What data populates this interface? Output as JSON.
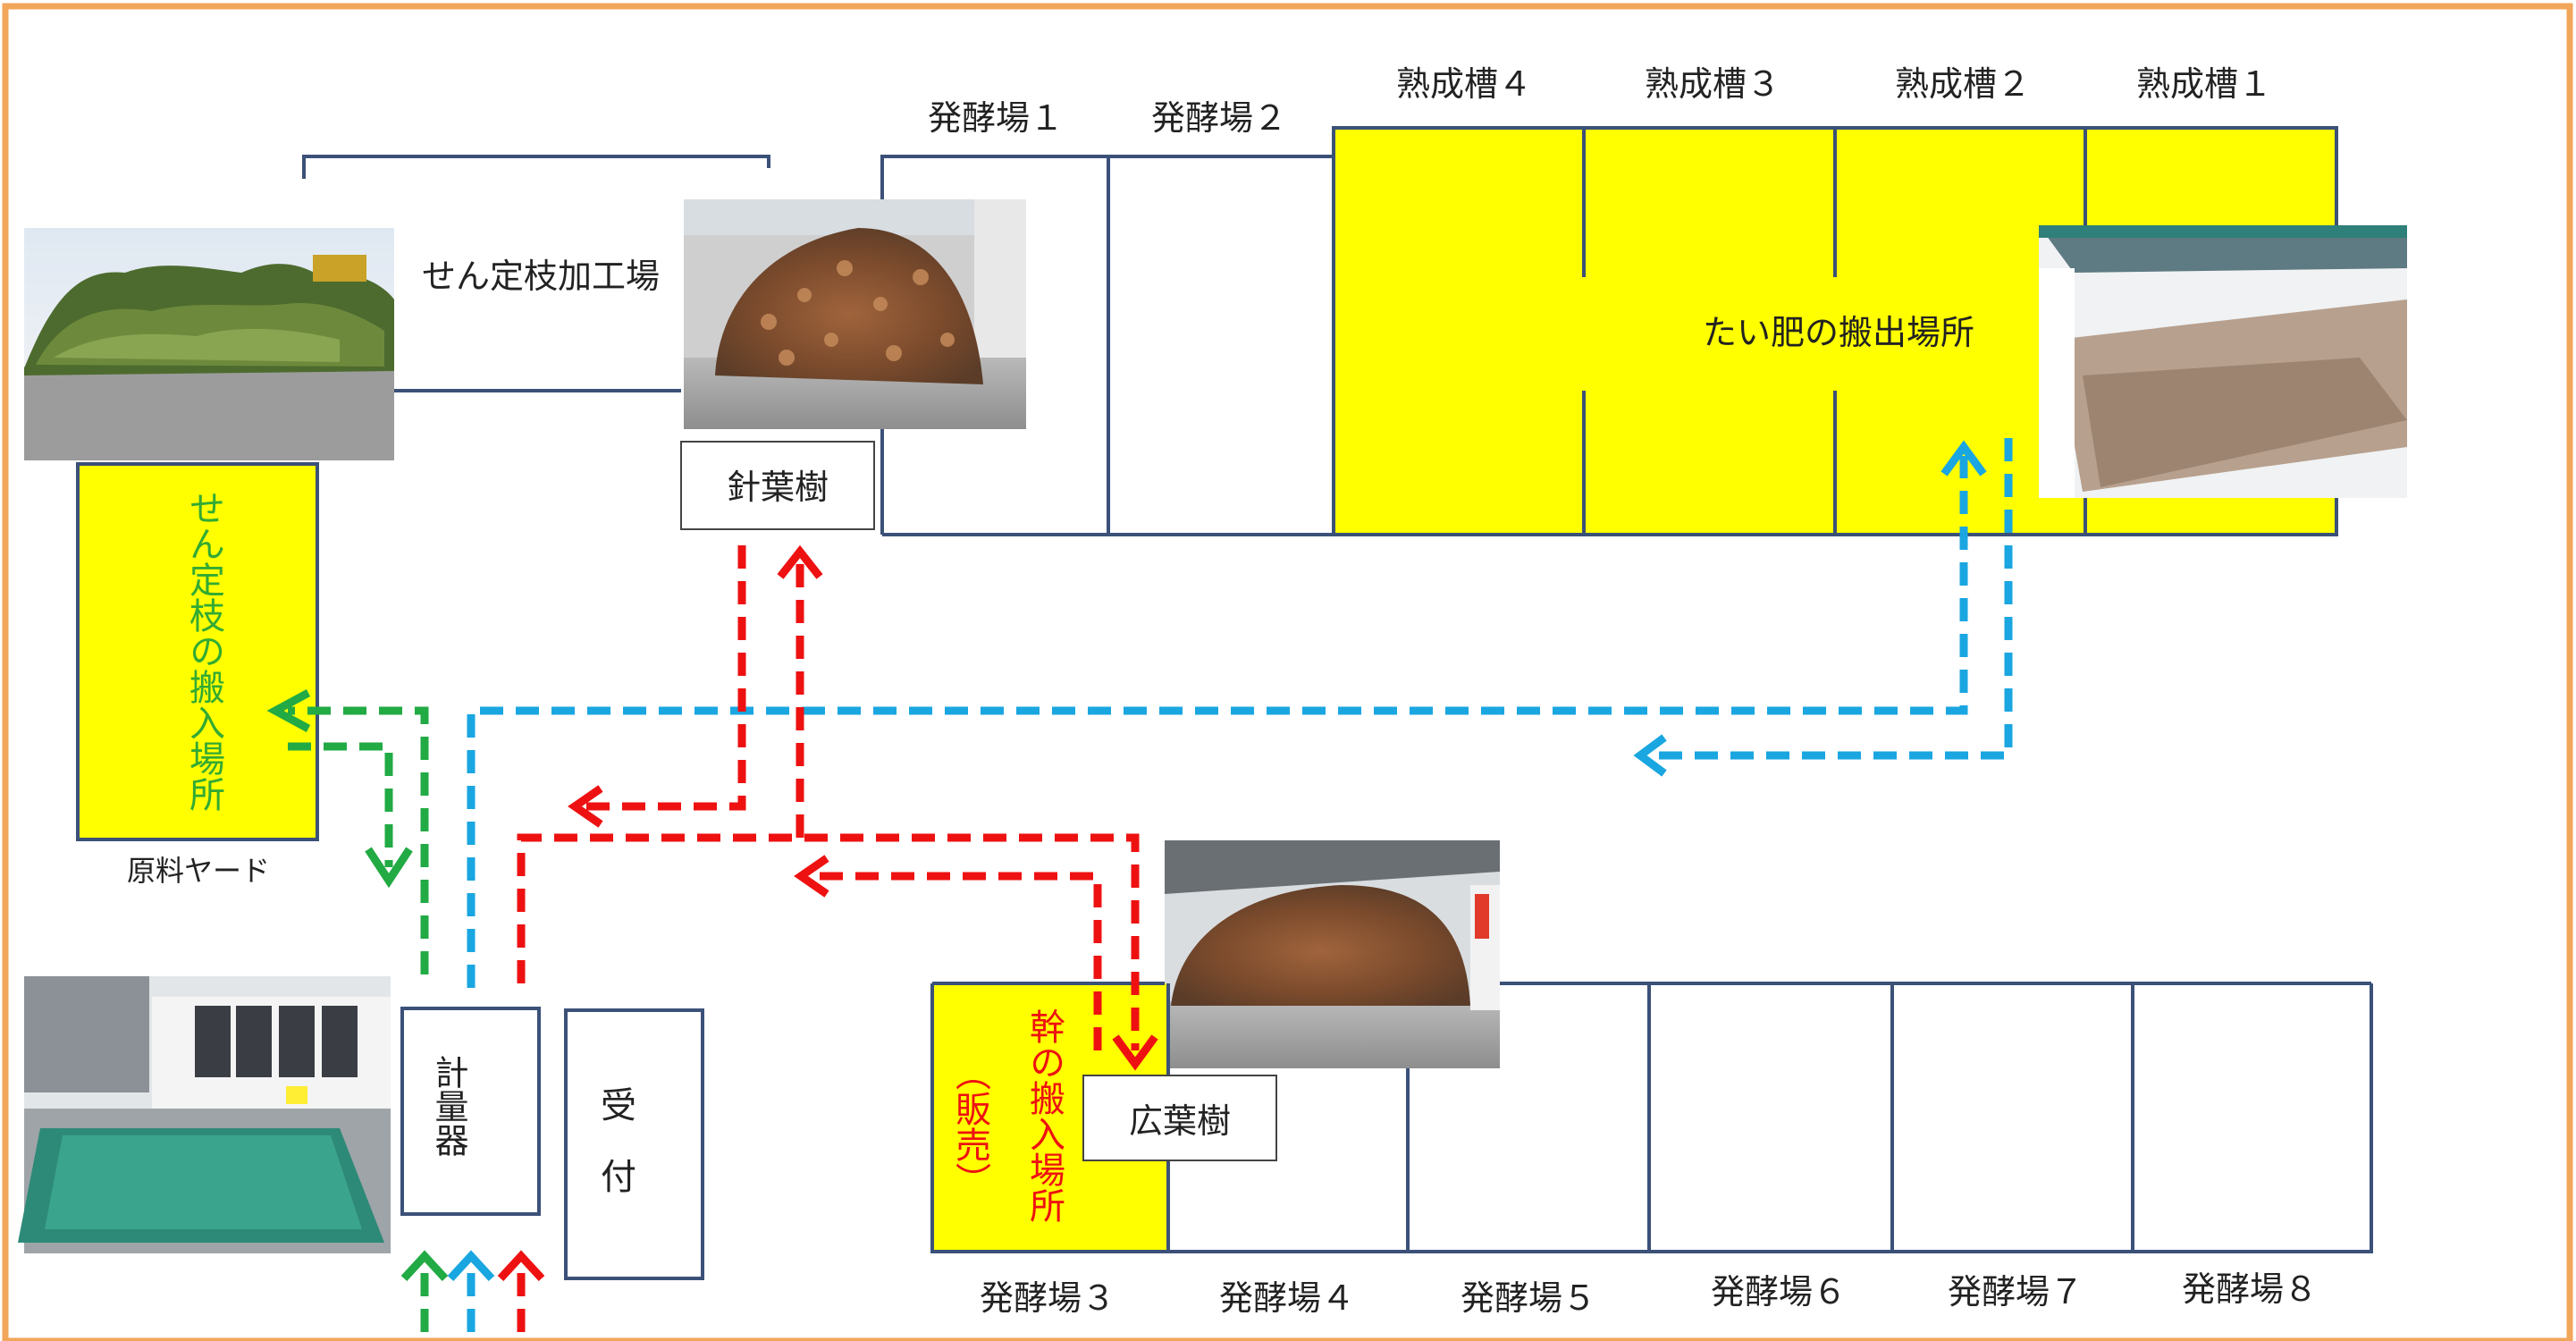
{
  "colors": {
    "frame": "#f2a65a",
    "wall": "#3b5178",
    "highlight": "#ffff00",
    "green_route": "#22aa44",
    "blue_route": "#1aa6e0",
    "red_route": "#ee1111",
    "text": "#222222",
    "green_text": "#33aa33",
    "red_text": "#ee1111"
  },
  "labels": {
    "pruning_plant": "せん定枝加工場",
    "pruning_intake": "せん定枝の搬入場所",
    "raw_material_yard": "原料ヤード",
    "conifer": "針葉樹",
    "broadleaf": "広葉樹",
    "trunk_intake": "幹の搬入場所",
    "trunk_sale": "（販売）",
    "compost_outlet": "たい肥の搬出場所",
    "scale": "計量器",
    "reception": "受付"
  },
  "top_fermentation": [
    "発酵場１",
    "発酵場２"
  ],
  "maturation_tanks": [
    "熟成槽４",
    "熟成槽３",
    "熟成槽２",
    "熟成槽１"
  ],
  "bottom_fermentation": [
    "発酵場３",
    "発酵場４",
    "発酵場５",
    "発酵場６",
    "発酵場７",
    "発酵場８"
  ],
  "photos": [
    {
      "name": "pruning-pile-photo"
    },
    {
      "name": "conifer-log-pile-photo"
    },
    {
      "name": "compost-shed-photo"
    },
    {
      "name": "broadleaf-log-pile-photo"
    },
    {
      "name": "weighbridge-office-photo"
    }
  ]
}
